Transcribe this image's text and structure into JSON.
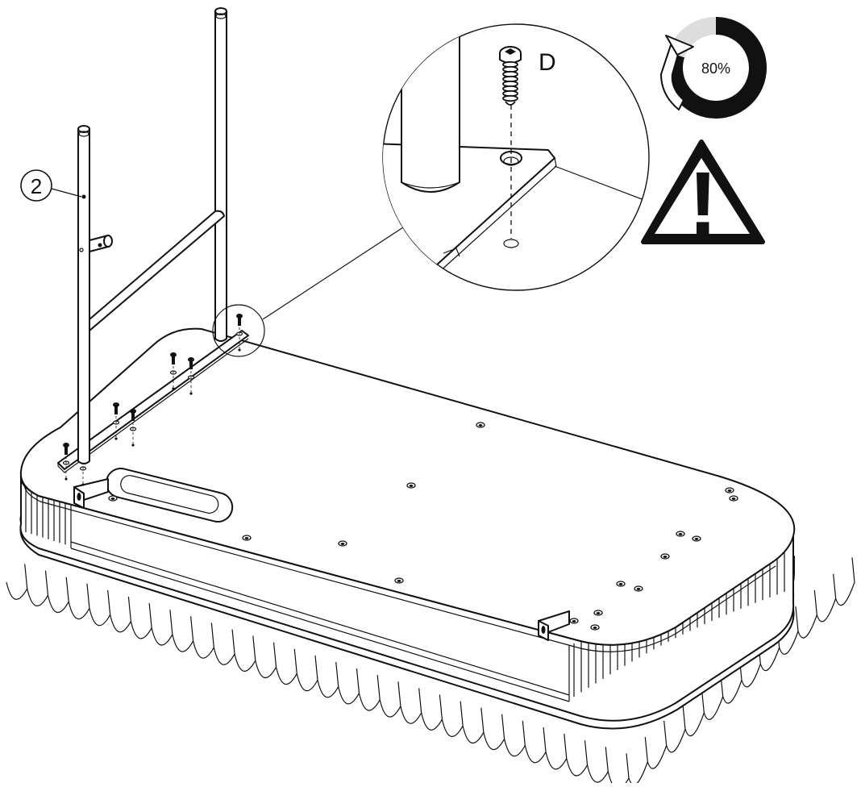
{
  "part_callout": {
    "number": "2"
  },
  "screw_callout": {
    "letter": "D"
  },
  "torque_indicator": {
    "label": "80%",
    "fraction": 0.8,
    "ring_color": "#111111"
  },
  "warning_sign": {
    "symbol": "!"
  },
  "icons": {
    "torque": "torque-rotation-icon",
    "warning": "warning-triangle-icon",
    "screw": "torx-screw-icon"
  }
}
